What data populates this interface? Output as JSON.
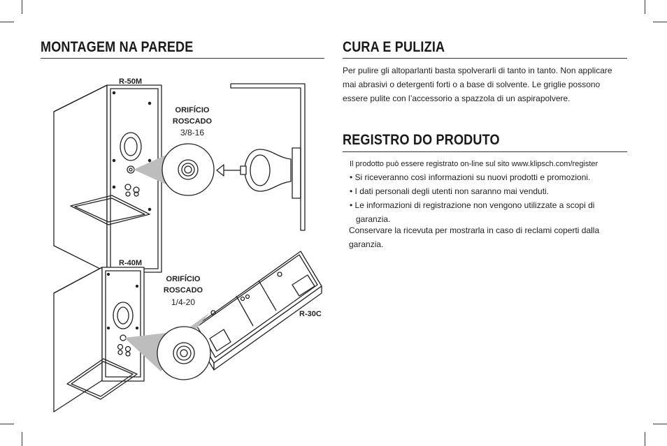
{
  "left": {
    "heading": "MONTAGEM NA PAREDE",
    "labels": {
      "r50m": "R-50M",
      "r40m": "R-40M",
      "r30c": "R-30C",
      "hole1_line1": "ORIFÍCIO",
      "hole1_line2": "ROSCADO",
      "hole1_size": "3/8-16",
      "hole2_line1": "ORIFÍCIO",
      "hole2_line2": "ROSCADO",
      "hole2_size": "1/4-20"
    }
  },
  "right": {
    "care": {
      "heading": "CURA E PULIZIA",
      "text": "Per pulire gli altoparlanti basta spolverarli di tanto in tanto.  Non applicare mai abrasivi o detergenti forti o a base di solvente.  Le griglie possono essere pulite con l’accessorio a spazzola di un aspirapolvere."
    },
    "registration": {
      "heading": "REGISTRO DO PRODUTO",
      "intro": "Il prodotto può essere registrato on-line sul sito www.klipsch.com/register",
      "bullets": [
        "• Si riceveranno così informazioni su nuovi prodotti e promozioni.",
        "• I dati personali degli utenti non saranno mai venduti.",
        "• Le informazioni di registrazione non vengono utilizzate a scopi di garanzia."
      ],
      "closing": "Conservare la ricevuta per mostrarla in caso di reclami coperti dalla garanzia."
    }
  },
  "colors": {
    "ink": "#1a1a1a",
    "callout_gray": "#bdbdbd",
    "paper": "#ffffff"
  }
}
